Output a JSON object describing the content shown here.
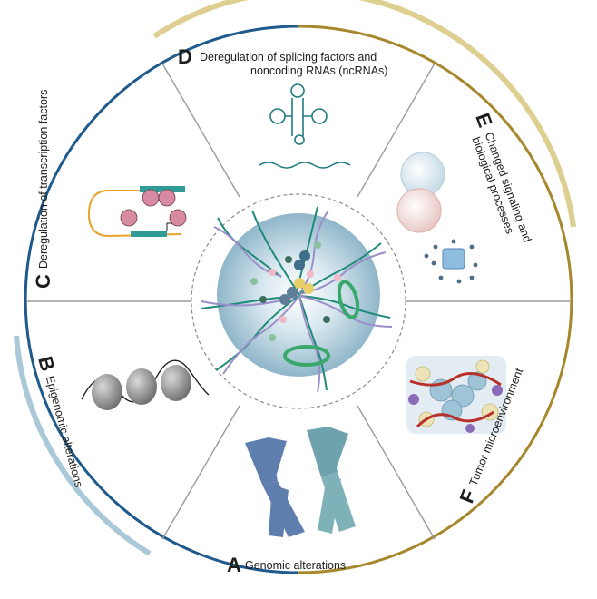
{
  "colors": {
    "ring_blue": "#1f5a8c",
    "ring_olive": "#a6872b",
    "ring_light_blue": "#a9c9d8",
    "ring_light_olive": "#dccf8f",
    "divider": "#9b9b9b",
    "dna_teal": "#1f8a78",
    "dna_lilac": "#9c8fc9",
    "core_blue": "#9fc1d3"
  },
  "sections": [
    {
      "id": "D",
      "letter": "D",
      "lines": [
        "Deregulation of splicing factors and",
        "noncoding RNAs (ncRNAs)"
      ],
      "icon": "rna-hairpin-icon"
    },
    {
      "id": "C",
      "letter": "C",
      "lines": [
        "Deregulation of transcription factors"
      ],
      "icon": "transcription-factor-icon"
    },
    {
      "id": "B",
      "letter": "B",
      "lines": [
        "Epigenomic alterations"
      ],
      "icon": "nucleosome-icon"
    },
    {
      "id": "A",
      "letter": "A",
      "lines": [
        "Genomic alterations"
      ],
      "icon": "chromosome-icon"
    },
    {
      "id": "F",
      "letter": "F",
      "lines": [
        "Tumor microenvironment"
      ],
      "icon": "tumor-microenvironment-icon"
    },
    {
      "id": "E",
      "letter": "E",
      "lines": [
        "Changed signaling and",
        "biological processes"
      ],
      "icon": "cell-signaling-icon"
    }
  ]
}
